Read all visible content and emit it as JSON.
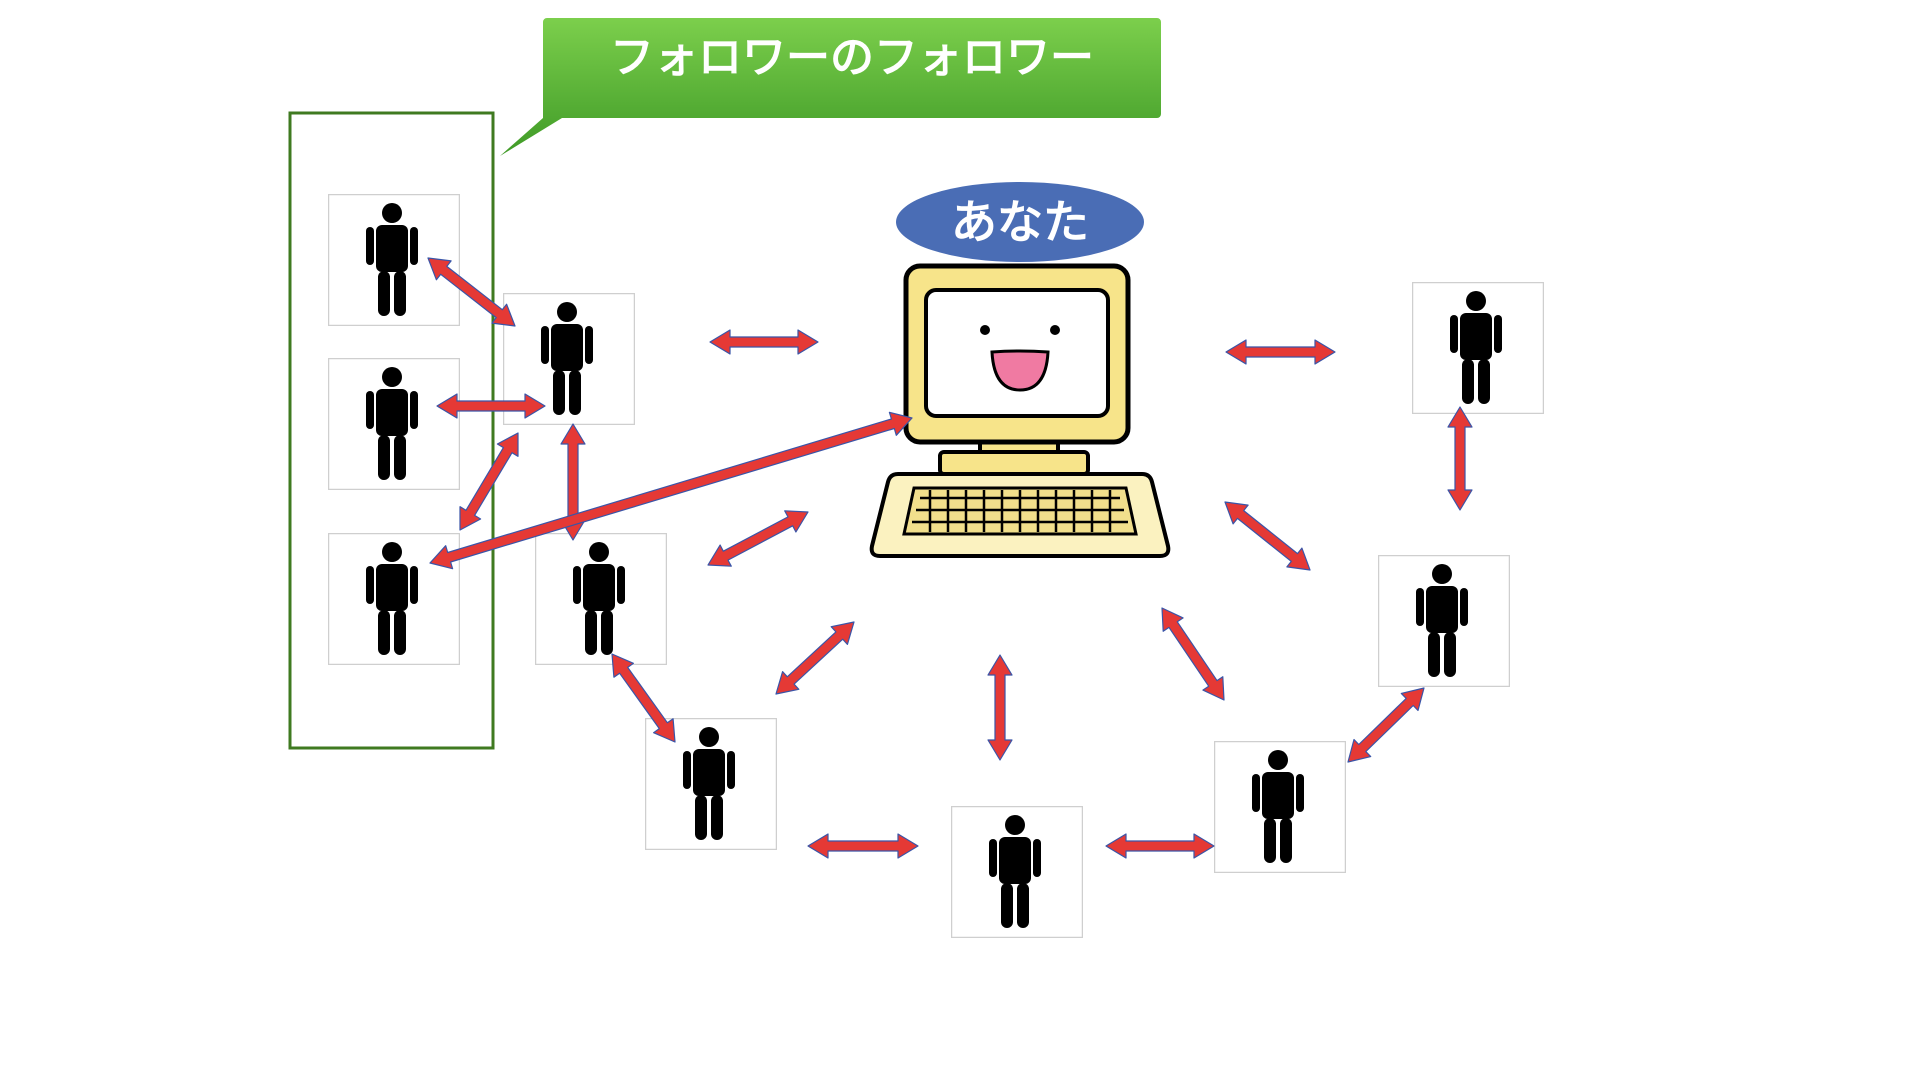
{
  "callout": {
    "label": "フォロワーのフォロワー",
    "color_top": "#7ccf4c",
    "color_bottom": "#3f9a27"
  },
  "you": {
    "label": "あなた",
    "color": "#4a6db5"
  },
  "group_box_color": "#3f7a20",
  "arrow_color": "#e53935",
  "arrow_outline": "#3a55a8",
  "person_icon": "person-icon",
  "computer_icon": "smiling-computer-icon",
  "nodes": [
    "person-ffa",
    "person-ffb",
    "person-ffc",
    "person-f1",
    "person-f2",
    "person-f3",
    "person-f4",
    "person-f5",
    "person-f6",
    "person-f7",
    "person-f8"
  ]
}
